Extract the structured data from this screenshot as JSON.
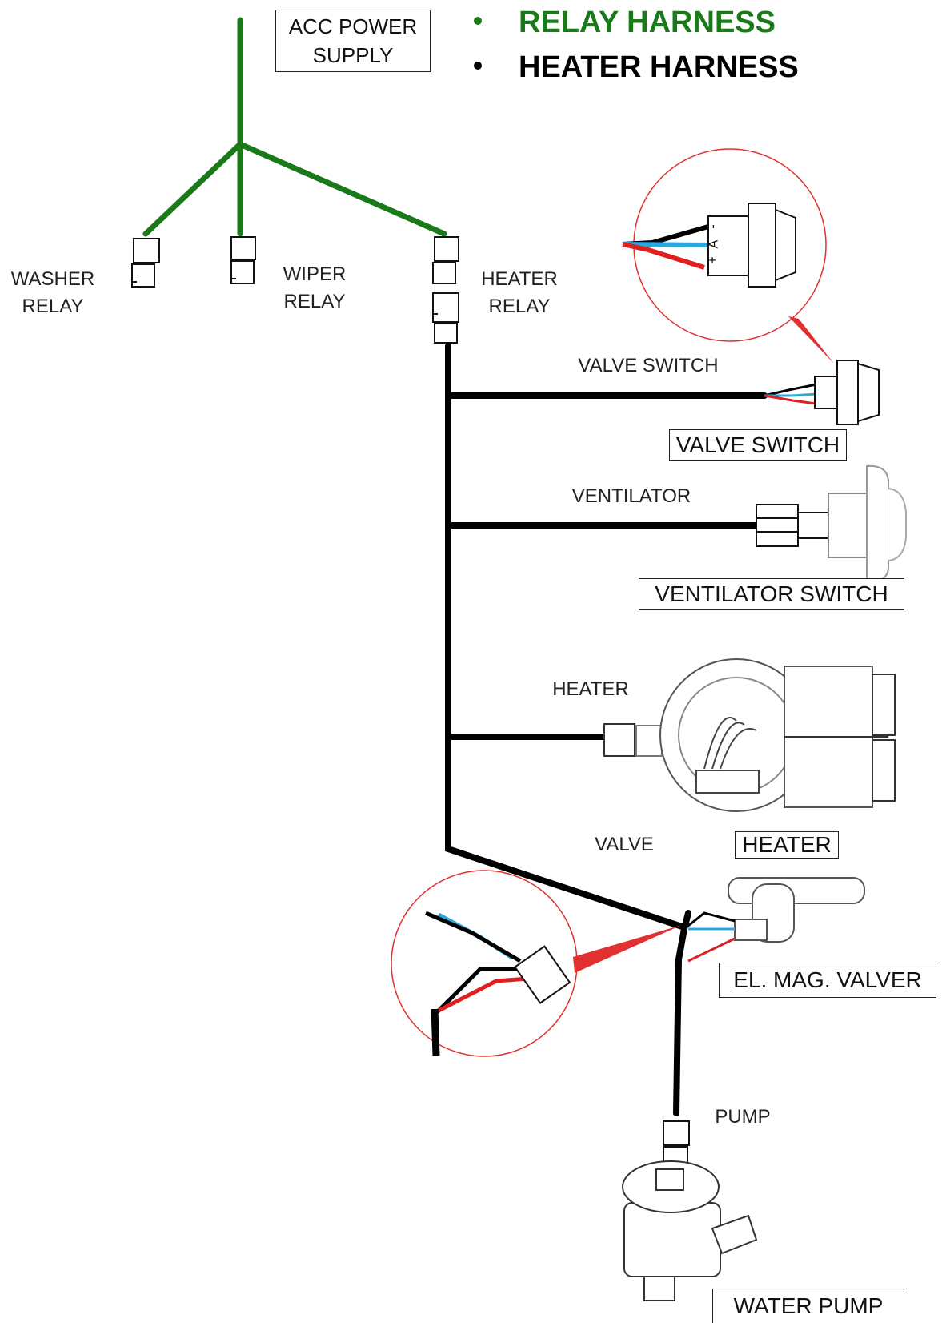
{
  "legend": {
    "relay_harness": "RELAY HARNESS",
    "heater_harness": "HEATER HARNESS",
    "relay_color": "#1a7a1a",
    "heater_color": "#000000"
  },
  "power_supply": "ACC POWER\nSUPPLY",
  "relays": {
    "washer": "WASHER\nRELAY",
    "wiper": "WIPER\nRELAY",
    "heater": "HEATER\nRELAY"
  },
  "branch_labels": {
    "valve_switch": "VALVE SWITCH",
    "ventilator": "VENTILATOR",
    "heater": "HEATER",
    "valve": "VALVE",
    "pump": "PUMP"
  },
  "component_boxes": {
    "valve_switch": "VALVE SWITCH",
    "ventilator_switch": "VENTILATOR SWITCH",
    "heater": "HEATER",
    "valve": "EL. MAG. VALVER",
    "water_pump": "WATER PUMP"
  },
  "switch_markings": [
    "+",
    "A",
    "-"
  ],
  "wire_colors": {
    "black": "#000000",
    "blue": "#29a8e0",
    "red": "#e02020",
    "callout": "#e03030"
  }
}
